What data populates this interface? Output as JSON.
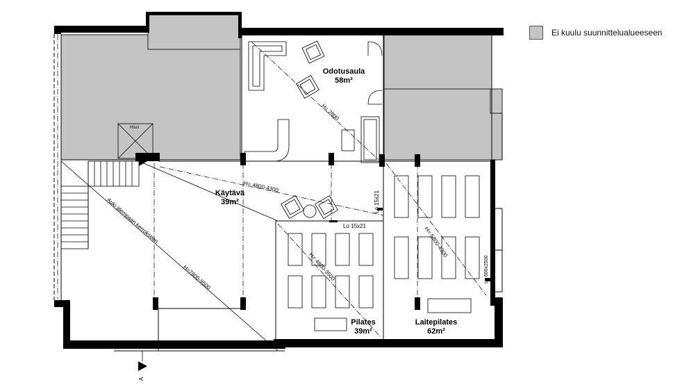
{
  "legend": {
    "label": "Ei kuulu suunnittelualueeseen",
    "swatch_color": "#c4c4c4"
  },
  "rooms": {
    "odotusaula": {
      "name": "Odotusaula",
      "area": "58m²"
    },
    "kaytava": {
      "name": "Käytävä",
      "area": "39m²"
    },
    "pilates": {
      "name": "Pilates",
      "area": "39m²"
    },
    "laitepilates": {
      "name": "Laitepilates",
      "area": "62m²"
    }
  },
  "labels": {
    "hissi": "Hissi",
    "auki": "Auki alempaan kerrokseen",
    "h_2800": "H= 2800",
    "h_4800_4300": "H= 4800-4300",
    "h_7800_9500": "H=7800-9500",
    "h_4800_3500": "H= 4800-3500",
    "h_5800_4300": "H= 5800-4300",
    "lo_15x21_a": "Lo 15x21",
    "lo_15x21_b": "Lo 15x21",
    "lo_600x2500": "Lo 600x2500",
    "section_marker": "A"
  },
  "colors": {
    "excluded_area": "#c4c4c4",
    "wall": "#000000"
  }
}
